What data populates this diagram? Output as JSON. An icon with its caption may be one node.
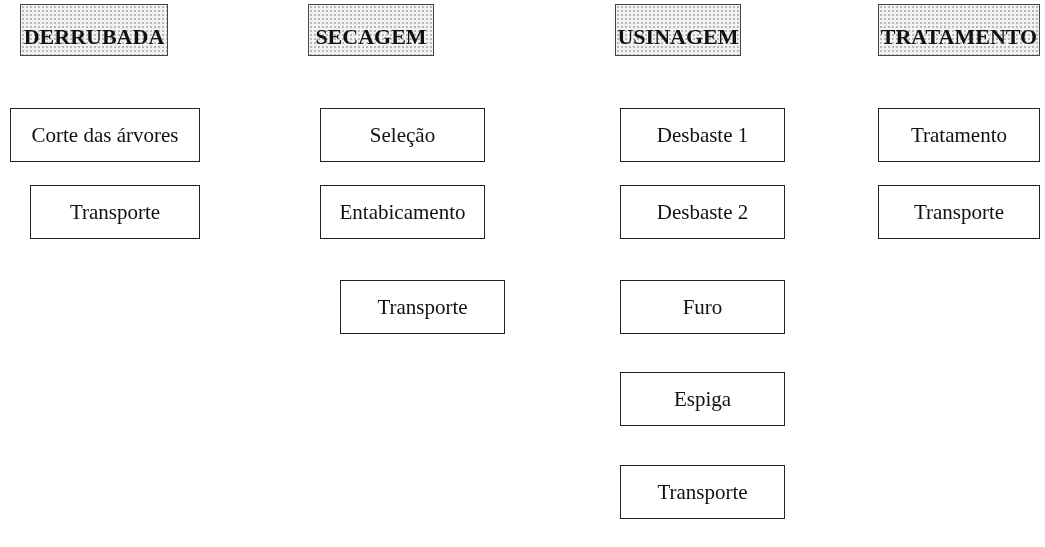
{
  "diagram": {
    "nodes": [
      {
        "text": [
          "DERRUBADA"
        ]
      },
      {
        "text": [
          "Corte das árvores"
        ]
      },
      {
        "text": [
          "Transporte"
        ]
      },
      {
        "text": [
          "SECAGEM"
        ]
      },
      {
        "text": [
          "Seleção"
        ]
      },
      {
        "text": [
          "Entabicamento"
        ]
      },
      {
        "text": [
          "Transporte"
        ]
      },
      {
        "text": [
          "USINAGEM"
        ]
      },
      {
        "text": [
          "Desbaste 1"
        ]
      },
      {
        "text": [
          "Desbaste 2"
        ]
      },
      {
        "text": [
          "Furo"
        ]
      },
      {
        "text": [
          "Espiga"
        ]
      },
      {
        "text": [
          "Transporte"
        ]
      },
      {
        "text": [
          "TRATAMENTO"
        ]
      },
      {
        "text": [
          "Tratamento"
        ]
      },
      {
        "text": [
          "Transporte"
        ]
      }
    ]
  }
}
